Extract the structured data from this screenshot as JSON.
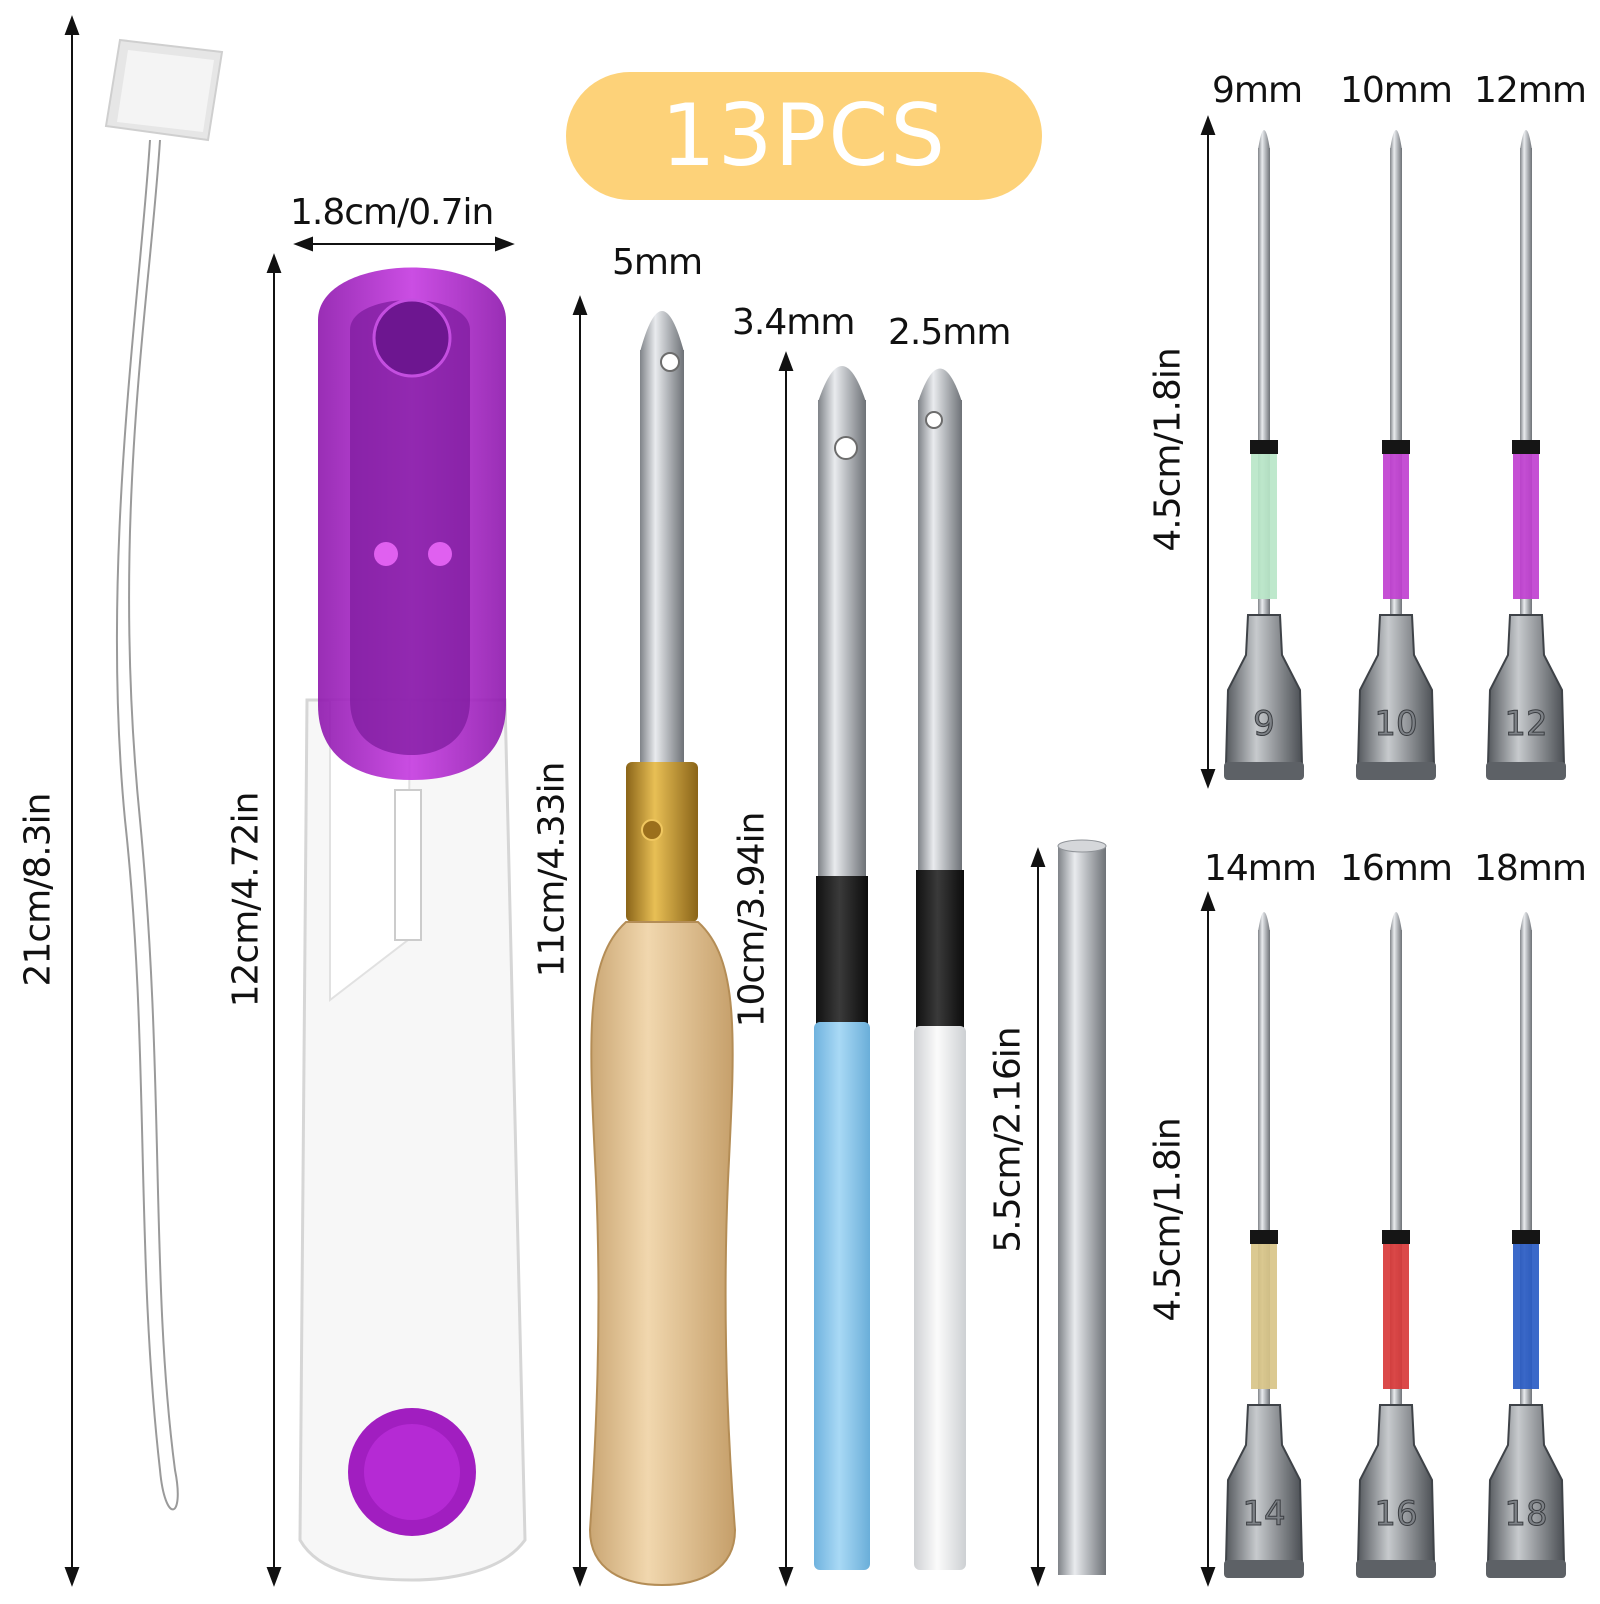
{
  "badge": {
    "text": "13PCS",
    "color": "#FDD279"
  },
  "colors": {
    "scissor_purple": "#A41FC4",
    "wood": "#E8C99A",
    "brass": "#C9962E",
    "blue_handle": "#86C5EC",
    "white_handle": "#EEEEEE",
    "steel": "#B9BCC0"
  },
  "items": {
    "threader": {
      "length_label": "21cm/8.3in"
    },
    "scissors": {
      "width_label": "1.8cm/0.7in",
      "length_label": "12cm/4.72in"
    },
    "wooden_pen": {
      "size_label": "5mm",
      "length_label": "11cm/4.33in"
    },
    "small_pens": {
      "blue_size_label": "3.4mm",
      "white_size_label": "2.5mm",
      "length_label": "10cm/3.94in"
    },
    "extension_tube": {
      "length_label": "5.5cm/2.16in"
    },
    "needles_top": {
      "length_label": "4.5cm/1.8in",
      "needles": [
        {
          "size": "9mm",
          "number": "9",
          "color": "#B8E6C8"
        },
        {
          "size": "10mm",
          "number": "10",
          "color": "#C040D0"
        },
        {
          "size": "12mm",
          "number": "12",
          "color": "#C040D0"
        }
      ]
    },
    "needles_bottom": {
      "length_label": "4.5cm/1.8in",
      "needles": [
        {
          "size": "14mm",
          "number": "14",
          "color": "#D8C488"
        },
        {
          "size": "16mm",
          "number": "16",
          "color": "#D83A3A"
        },
        {
          "size": "18mm",
          "number": "18",
          "color": "#2A5CC4"
        }
      ]
    }
  }
}
